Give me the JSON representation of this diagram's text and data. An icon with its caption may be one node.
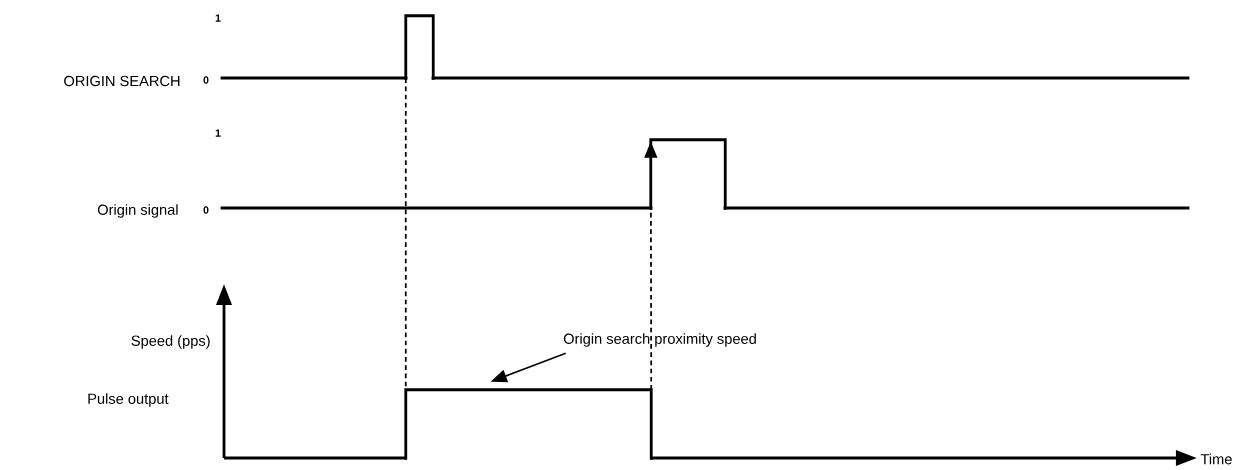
{
  "diagram": {
    "nodes": [
      {
        "text": [],
        "shape": "box"
      },
      {
        "text": [],
        "shape": "box"
      },
      {
        "text": [],
        "shape": "box"
      },
      {
        "text": [
          "Origin search proximity speed"
        ]
      }
    ],
    "edges": [
      {
        "from": 0,
        "to": 2,
        "arrow": "none",
        "style": "dashed"
      },
      {
        "from": 2,
        "to": 1,
        "arrow": "to",
        "style": "dashed"
      },
      {
        "from": 3,
        "to": 2,
        "arrow": "to"
      }
    ],
    "labels": [
      "1",
      "ORIGIN SEARCH",
      "0",
      "1",
      "Origin signal",
      "0",
      "Speed (pps)",
      "Pulse output",
      "Time"
    ]
  }
}
